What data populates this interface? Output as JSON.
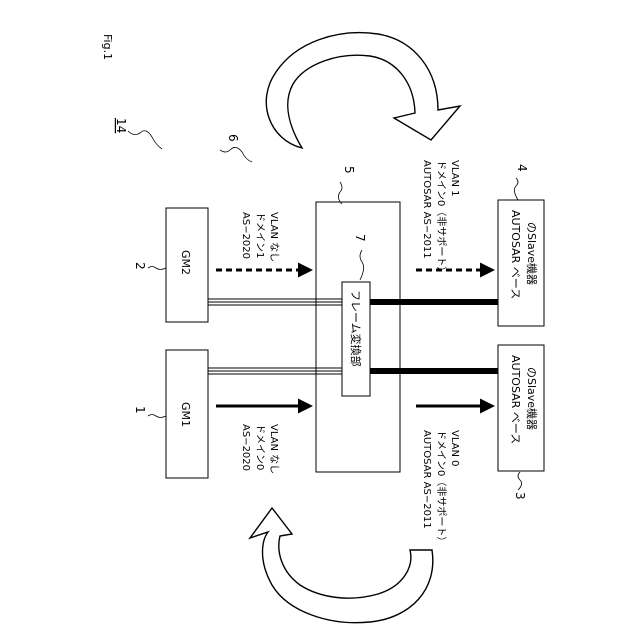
{
  "figure_label": "Fig.1",
  "system_ref": "14",
  "ref_numbers": {
    "gm1": "1",
    "gm2": "2",
    "slave_bottom": "3",
    "slave_top": "4",
    "converter_box": "5",
    "rotation": "6",
    "frame_converter": "7"
  },
  "boxes": {
    "gm1": "GM1",
    "gm2": "GM2",
    "frame_converter": "フレーム変換部",
    "slave_line1": "AUTOSAR ベース",
    "slave_line2": "のSlave機器"
  },
  "annotations": {
    "gm1_in": [
      "AS−2020",
      "ドメイン0",
      "VLAN  なし"
    ],
    "gm2_in": [
      "AS−2020",
      "ドメイン1",
      "VLAN  なし"
    ],
    "slave_bottom_in": [
      "AUTOSAR AS−2011",
      "ドメイン0（非サポート）",
      "VLAN  0"
    ],
    "slave_top_in": [
      "AUTOSAR AS−2011",
      "ドメイン0（非サポート）",
      "VLAN  1"
    ]
  },
  "colors": {
    "line": "#000000",
    "fill": "#ffffff"
  }
}
